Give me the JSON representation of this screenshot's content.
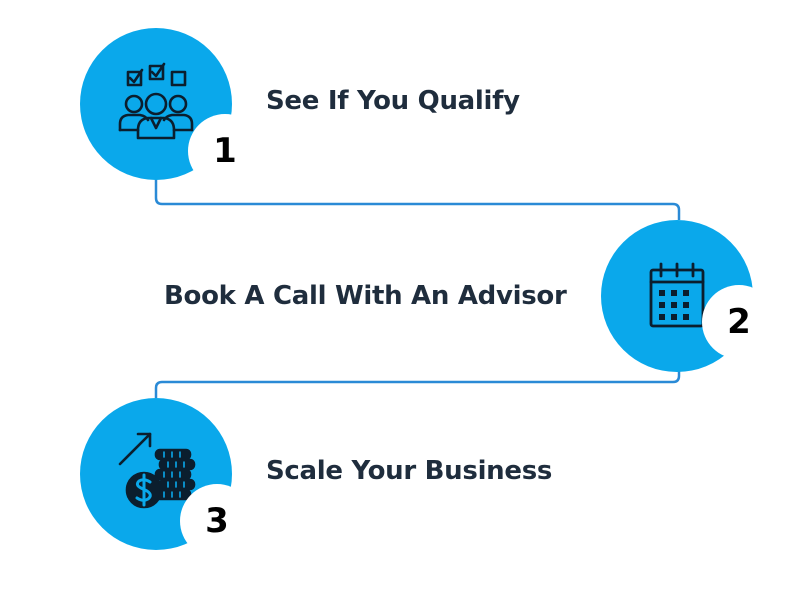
{
  "colors": {
    "circle": "#0aa8eb",
    "connector": "#2a8ad6",
    "label_text": "#1f2d3d",
    "badge_bg": "#ffffff",
    "badge_text": "#000000",
    "icon_stroke": "#0b1e2e"
  },
  "steps": [
    {
      "number": "1",
      "label": "See If You Qualify",
      "icon": "people-checklist-icon"
    },
    {
      "number": "2",
      "label": "Book A Call With An Advisor",
      "icon": "calendar-icon"
    },
    {
      "number": "3",
      "label": "Scale Your Business",
      "icon": "growth-coins-icon"
    }
  ]
}
